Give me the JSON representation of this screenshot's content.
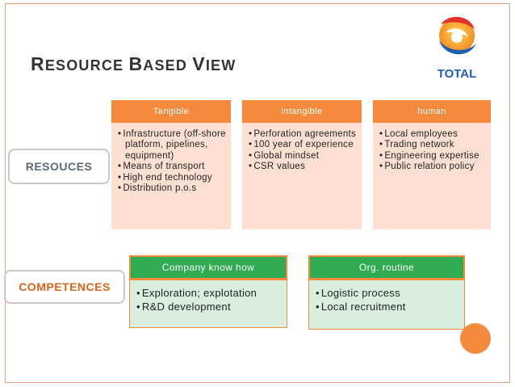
{
  "slide": {
    "title_parts": [
      {
        "big": "R",
        "rest": "ESOURCE "
      },
      {
        "big": "B",
        "rest": "ASED "
      },
      {
        "big": "V",
        "rest": "IEW"
      }
    ],
    "logo_text": "TOTAL"
  },
  "rows": {
    "resources_label": "RESOUCES",
    "competences_label": "COMPETENCES"
  },
  "resources": [
    {
      "header": "Tangible",
      "items": [
        "Infrastructure (off-shore platform, pipelines, equipment)",
        "Means of transport",
        "High end technology",
        "Distribution p.o.s"
      ]
    },
    {
      "header": "intangible",
      "items": [
        "Perforation agreements",
        "100 year of experience",
        "Global mindset",
        "CSR values"
      ]
    },
    {
      "header": "human",
      "items": [
        "Local employees",
        "Trading network",
        "Engineering expertise",
        "Public relation policy"
      ]
    }
  ],
  "competences": [
    {
      "header": "Company know how",
      "items": [
        "Exploration; explotation",
        "R&D development"
      ]
    },
    {
      "header": "Org. routine",
      "items": [
        "Logistic process",
        "Local recruitment"
      ]
    }
  ],
  "colors": {
    "orange": "#f58a3c",
    "green": "#2fac52",
    "peach": "#fde0d2",
    "mint": "#d8efdf"
  }
}
